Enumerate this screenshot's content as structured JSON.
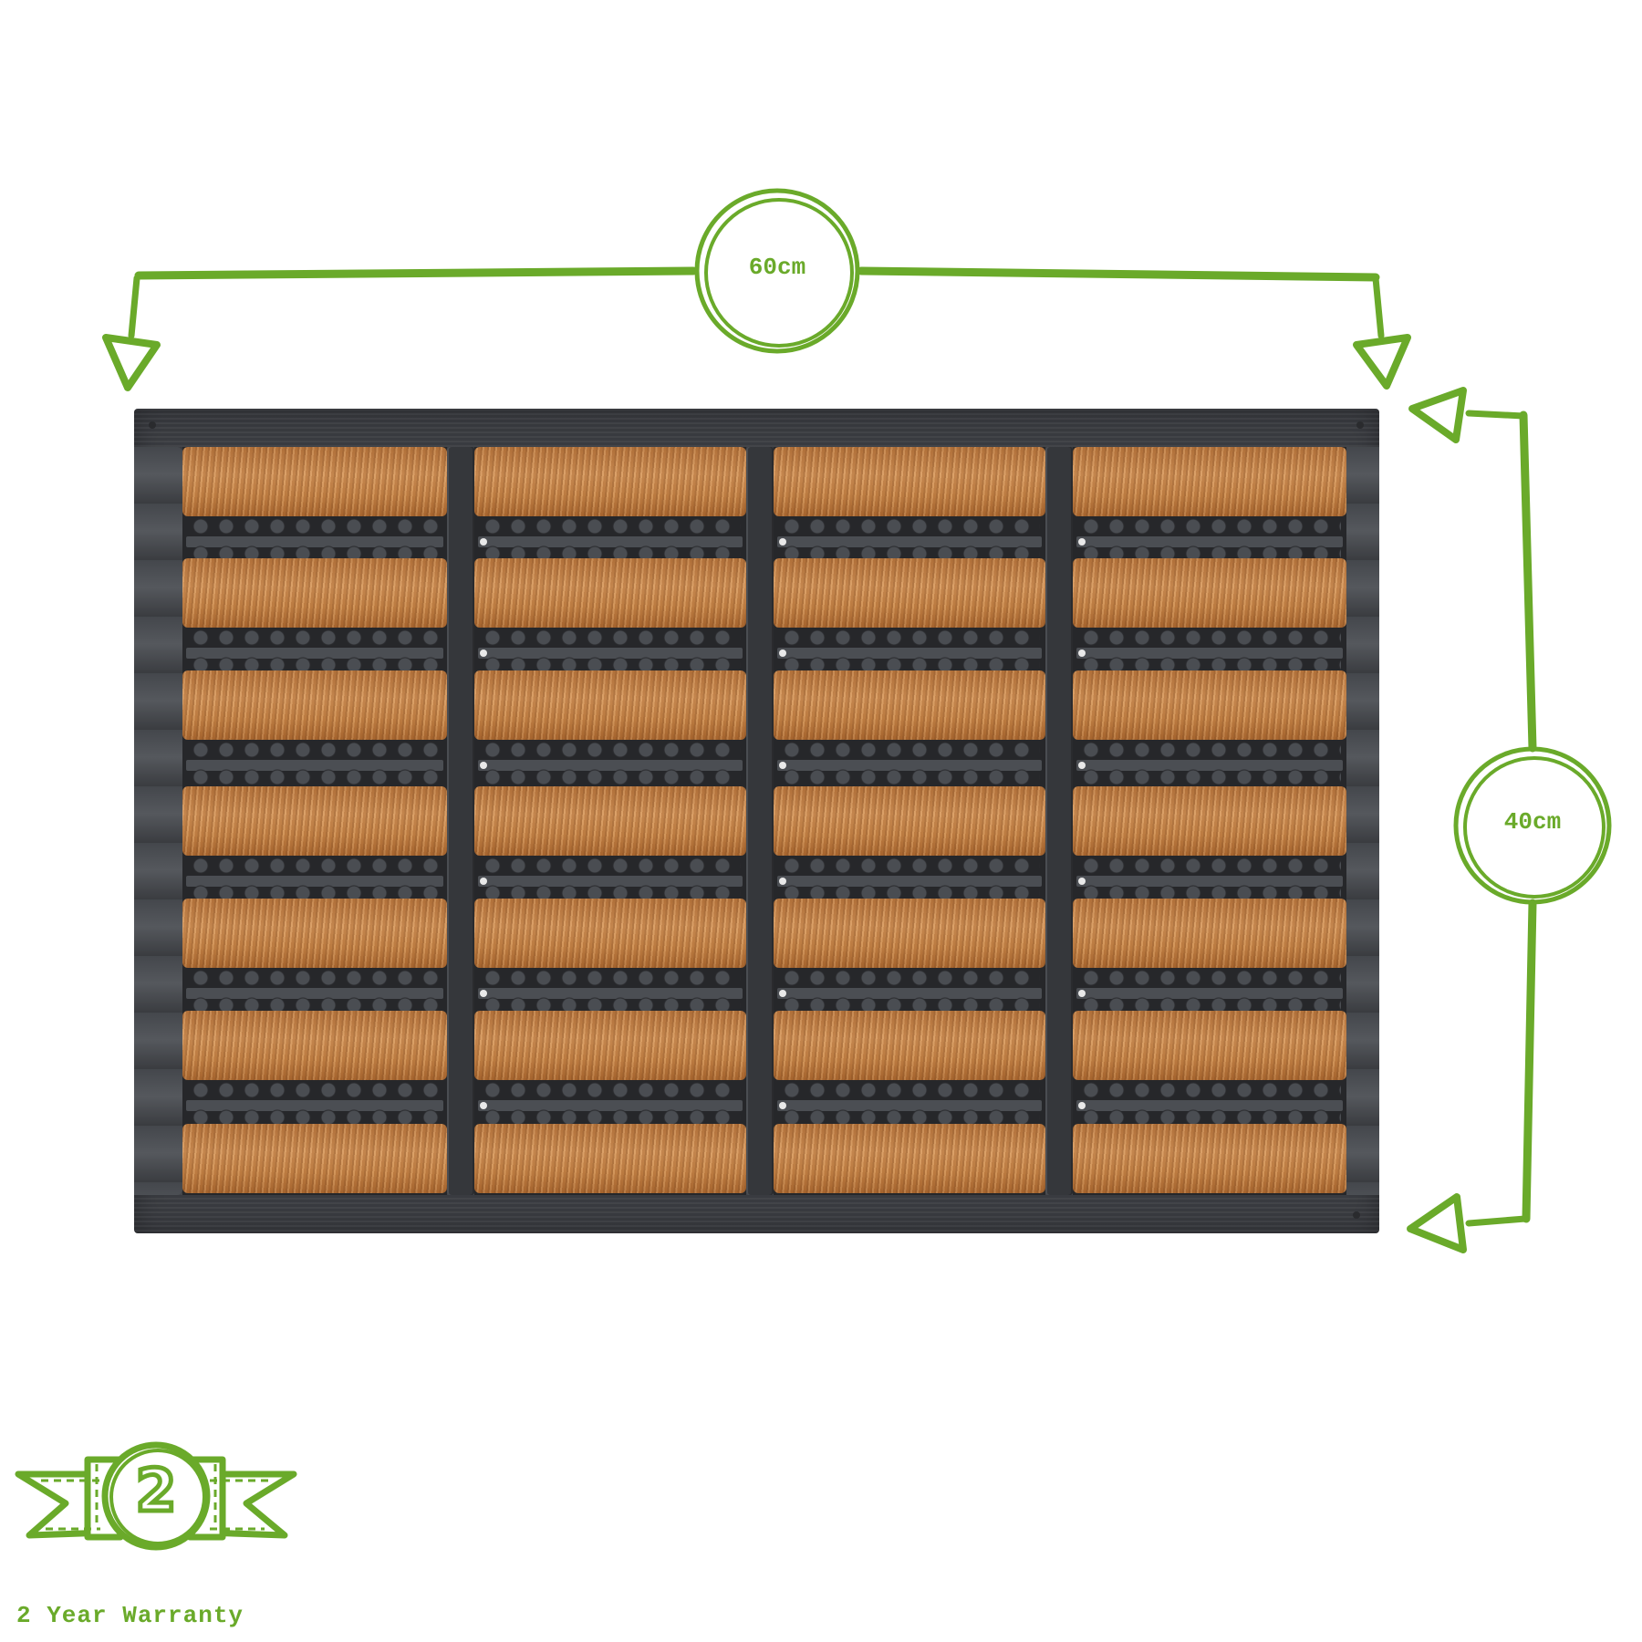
{
  "product": {
    "name": "coir-and-rubber-boot-scraper-doormat",
    "columns": 4,
    "coir_rows_per_column": 7,
    "colors": {
      "accent": "#6aaa2a",
      "rubber": "#3b3d42",
      "coir": "#c88649",
      "background": "#ffffff"
    }
  },
  "dimensions": {
    "width_label": "60cm",
    "height_label": "40cm"
  },
  "warranty": {
    "badge_number": "2",
    "label": "2 Year Warranty"
  },
  "icons": {
    "width_arrow_left": "arrow-down-icon",
    "width_arrow_right": "arrow-down-icon",
    "height_arrow_top": "arrow-left-icon",
    "height_arrow_bottom": "arrow-left-icon",
    "warranty_badge": "ribbon-badge-icon"
  }
}
